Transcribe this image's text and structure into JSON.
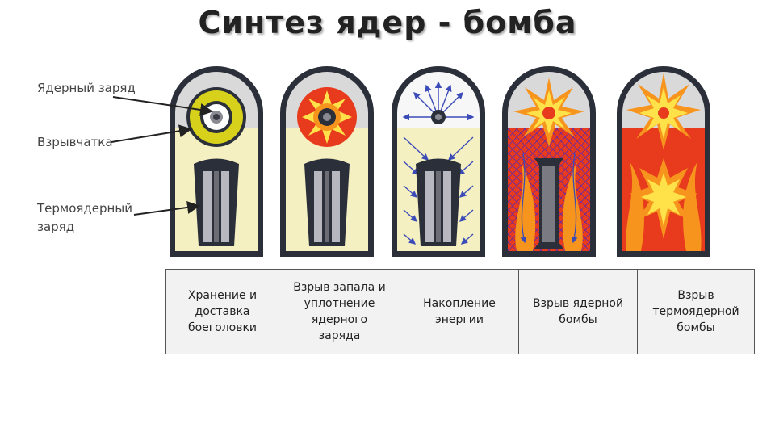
{
  "title": "Синтез ядер - бомба",
  "labels": {
    "nuclear_charge": "Ядерный заряд",
    "explosive": "Взрывчатка",
    "thermo_line1": "Термоядерный",
    "thermo_line2": "заряд"
  },
  "stages": [
    {
      "caption_lines": [
        "Хранение и",
        "доставка",
        "боеголовки"
      ]
    },
    {
      "caption_lines": [
        "Взрыв запала  и",
        "уплотнение",
        "ядерного",
        "заряда"
      ]
    },
    {
      "caption_lines": [
        "Накопление",
        "энергии"
      ]
    },
    {
      "caption_lines": [
        "Взрыв ядерной",
        "бомбы"
      ]
    },
    {
      "caption_lines": [
        "Взрыв",
        "термоядерной",
        "бомбы"
      ]
    }
  ],
  "colors": {
    "casing": "#2b2f3a",
    "filler": "#f4f0c2",
    "dome_bg": "#d9d9d9",
    "fire_red": "#e83a1c",
    "fire_orange": "#f7941d",
    "fire_yellow": "#ffe24a",
    "radiation_blue": "#3b4bb8",
    "rod_grey": "#7a7a82"
  }
}
